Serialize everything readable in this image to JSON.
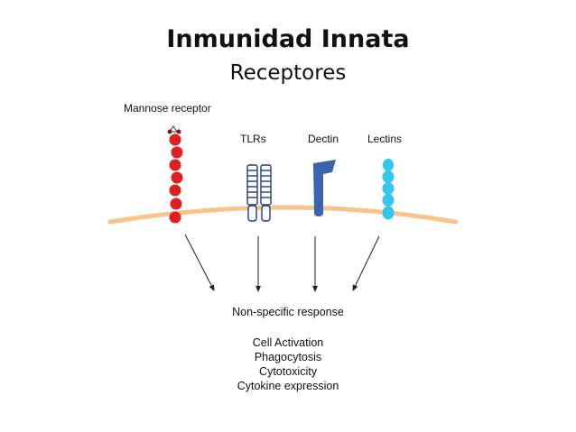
{
  "slide": {
    "title": "Inmunidad Innata",
    "subtitle": "Receptores"
  },
  "receptors": [
    {
      "label": "Mannose receptor",
      "icon": "mannose-receptor-icon",
      "color": "#e02020"
    },
    {
      "label": "TLRs",
      "icon": "tlr-icon",
      "color": "#1e3d7a"
    },
    {
      "label": "Dectin",
      "icon": "dectin-icon",
      "color": "#3a63b0"
    },
    {
      "label": "Lectins",
      "icon": "lectin-icon",
      "color": "#35c6ec"
    }
  ],
  "membrane_color": "#f7c48e",
  "response": {
    "heading": "Non-specific response",
    "items": [
      "Cell Activation",
      "Phagocytosis",
      "Cytotoxicity",
      "Cytokine expression"
    ]
  }
}
